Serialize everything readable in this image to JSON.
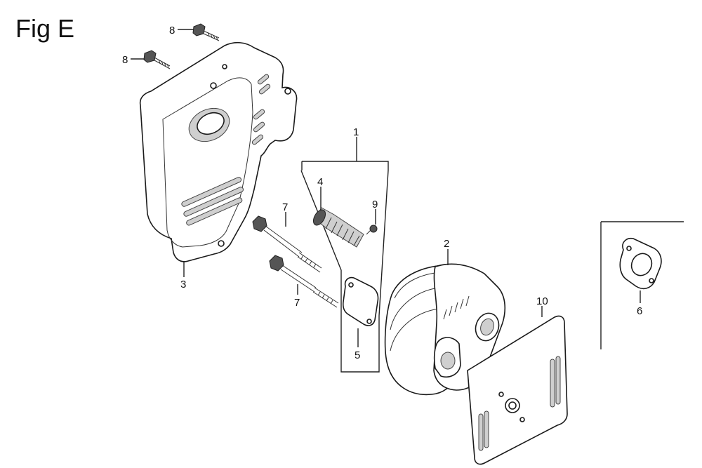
{
  "figure": {
    "title": "Fig E"
  },
  "callouts": {
    "c1": "1",
    "c2": "2",
    "c3": "3",
    "c4": "4",
    "c5": "5",
    "c6": "6",
    "c7a": "7",
    "c7b": "7",
    "c8a": "8",
    "c8b": "8",
    "c9": "9",
    "c10": "10"
  },
  "parts": [
    {
      "ref": "1",
      "depicts": "spark-arrester-assembly"
    },
    {
      "ref": "2",
      "depicts": "muffler"
    },
    {
      "ref": "3",
      "depicts": "muffler-protector"
    },
    {
      "ref": "4",
      "depicts": "spark-arrester-screen"
    },
    {
      "ref": "5",
      "depicts": "arrester-cover-plate"
    },
    {
      "ref": "6",
      "depicts": "muffler-gasket"
    },
    {
      "ref": "7",
      "depicts": "long-stud-bolt"
    },
    {
      "ref": "8",
      "depicts": "flange-bolt"
    },
    {
      "ref": "9",
      "depicts": "screw"
    },
    {
      "ref": "10",
      "depicts": "heat-shield-gasket"
    }
  ]
}
